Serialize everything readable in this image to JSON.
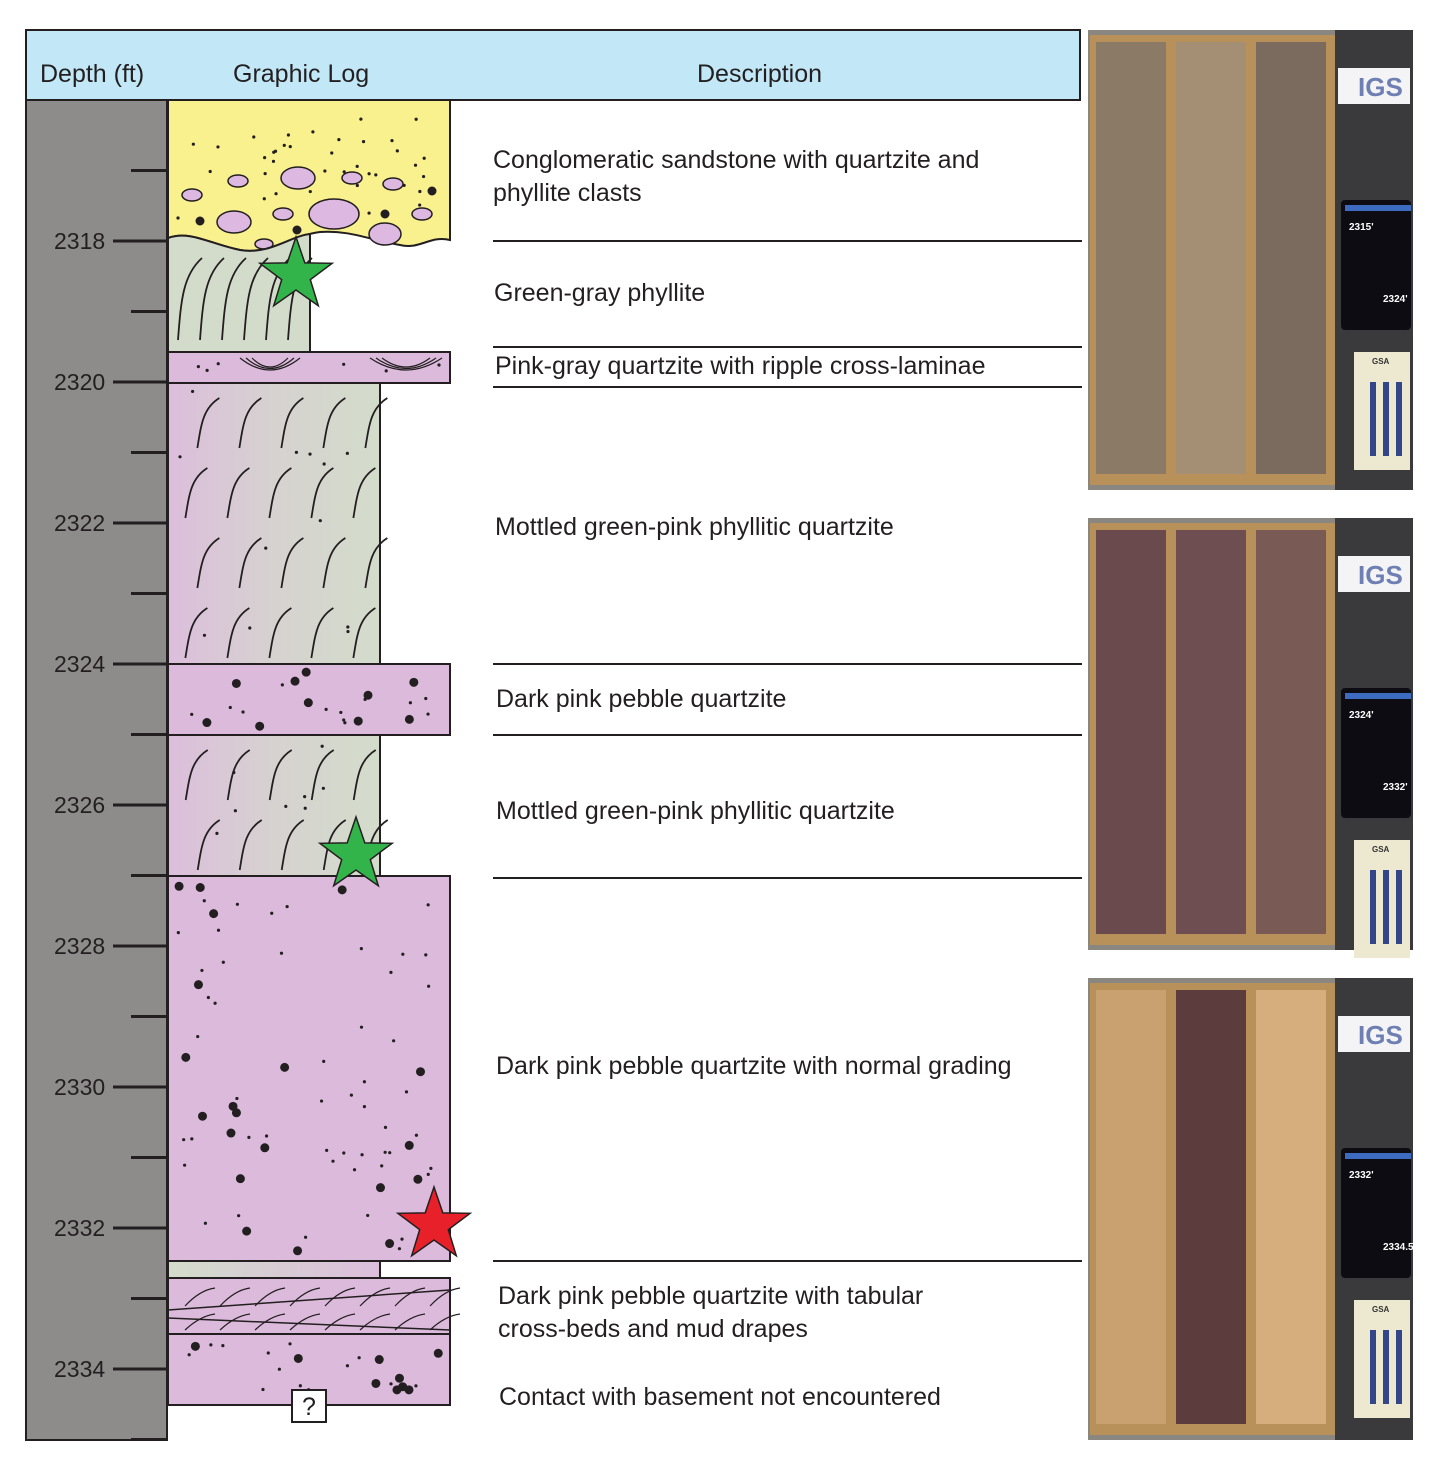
{
  "header": {
    "depth_label": "Depth (ft)",
    "log_label": "Graphic Log",
    "description_label": "Description"
  },
  "colors": {
    "header_bg": "#c2e8f8",
    "depth_column": "#8e8b8b",
    "sandstone": "#f9f08e",
    "phyllite": "#d3dccb",
    "quartzite_pink": "#dcbadc",
    "star_green": "#33b44a",
    "star_red": "#e8202a"
  },
  "depth_ticks": [
    {
      "value": 2318,
      "label": "2318"
    },
    {
      "value": 2320,
      "label": "2320"
    },
    {
      "value": 2322,
      "label": "2322"
    },
    {
      "value": 2324,
      "label": "2324"
    },
    {
      "value": 2326,
      "label": "2326"
    },
    {
      "value": 2328,
      "label": "2328"
    },
    {
      "value": 2330,
      "label": "2330"
    },
    {
      "value": 2332,
      "label": "2332"
    },
    {
      "value": 2334,
      "label": "2334"
    }
  ],
  "descriptions": [
    {
      "lines": [
        "Conglomeratic sandstone with quartzite and",
        "phyllite clasts"
      ]
    },
    {
      "lines": [
        "Green-gray phyllite"
      ]
    },
    {
      "lines": [
        "Pink-gray quartzite with ripple cross-laminae"
      ]
    },
    {
      "lines": [
        "Mottled green-pink phyllitic quartzite"
      ]
    },
    {
      "lines": [
        "Dark pink pebble quartzite"
      ]
    },
    {
      "lines": [
        "Mottled green-pink phyllitic quartzite"
      ]
    },
    {
      "lines": [
        "Dark pink pebble quartzite with normal grading"
      ]
    },
    {
      "lines": [
        "Dark pink pebble quartzite with tabular",
        "cross-beds and mud drapes"
      ]
    },
    {
      "lines": [
        "Contact with basement not encountered"
      ]
    }
  ],
  "unknown_marker": "?",
  "stars": [
    {
      "color": "green",
      "depth": 2318.5
    },
    {
      "color": "green",
      "depth": 2326.7
    },
    {
      "color": "red",
      "depth": 2331.9
    }
  ],
  "photos": [
    {
      "logo": "IGS",
      "from": "2315'",
      "to": "2324'",
      "card": "GSA"
    },
    {
      "logo": "IGS",
      "from": "2324'",
      "to": "2332'",
      "card": "GSA"
    },
    {
      "logo": "IGS",
      "from": "2332'",
      "to": "2334.5'",
      "card": "GSA"
    }
  ]
}
